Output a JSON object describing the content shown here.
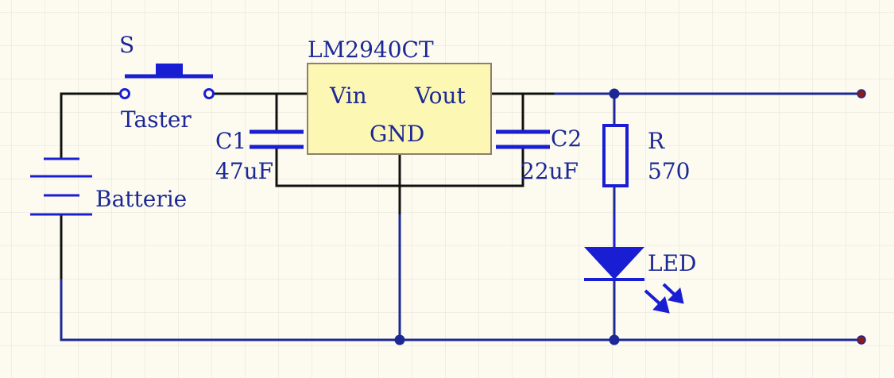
{
  "colors": {
    "background": "#fdfbf0",
    "grid": "#e4e2d8",
    "wire": "#1c2896",
    "black_wire": "#111111",
    "component": "#1a1ed2",
    "ic_fill": "#fdf7b4",
    "terminal": "#8b1a1a"
  },
  "switch": {
    "designator": "S",
    "value": "Taster"
  },
  "battery": {
    "value": "Batterie"
  },
  "regulator": {
    "part": "LM2940CT",
    "pin_in": "Vin",
    "pin_out": "Vout",
    "pin_gnd": "GND"
  },
  "c1": {
    "designator": "C1",
    "value": "47uF"
  },
  "c2": {
    "designator": "C2",
    "value": "22uF"
  },
  "resistor": {
    "designator": "R",
    "value": "570"
  },
  "led": {
    "designator": "LED"
  }
}
